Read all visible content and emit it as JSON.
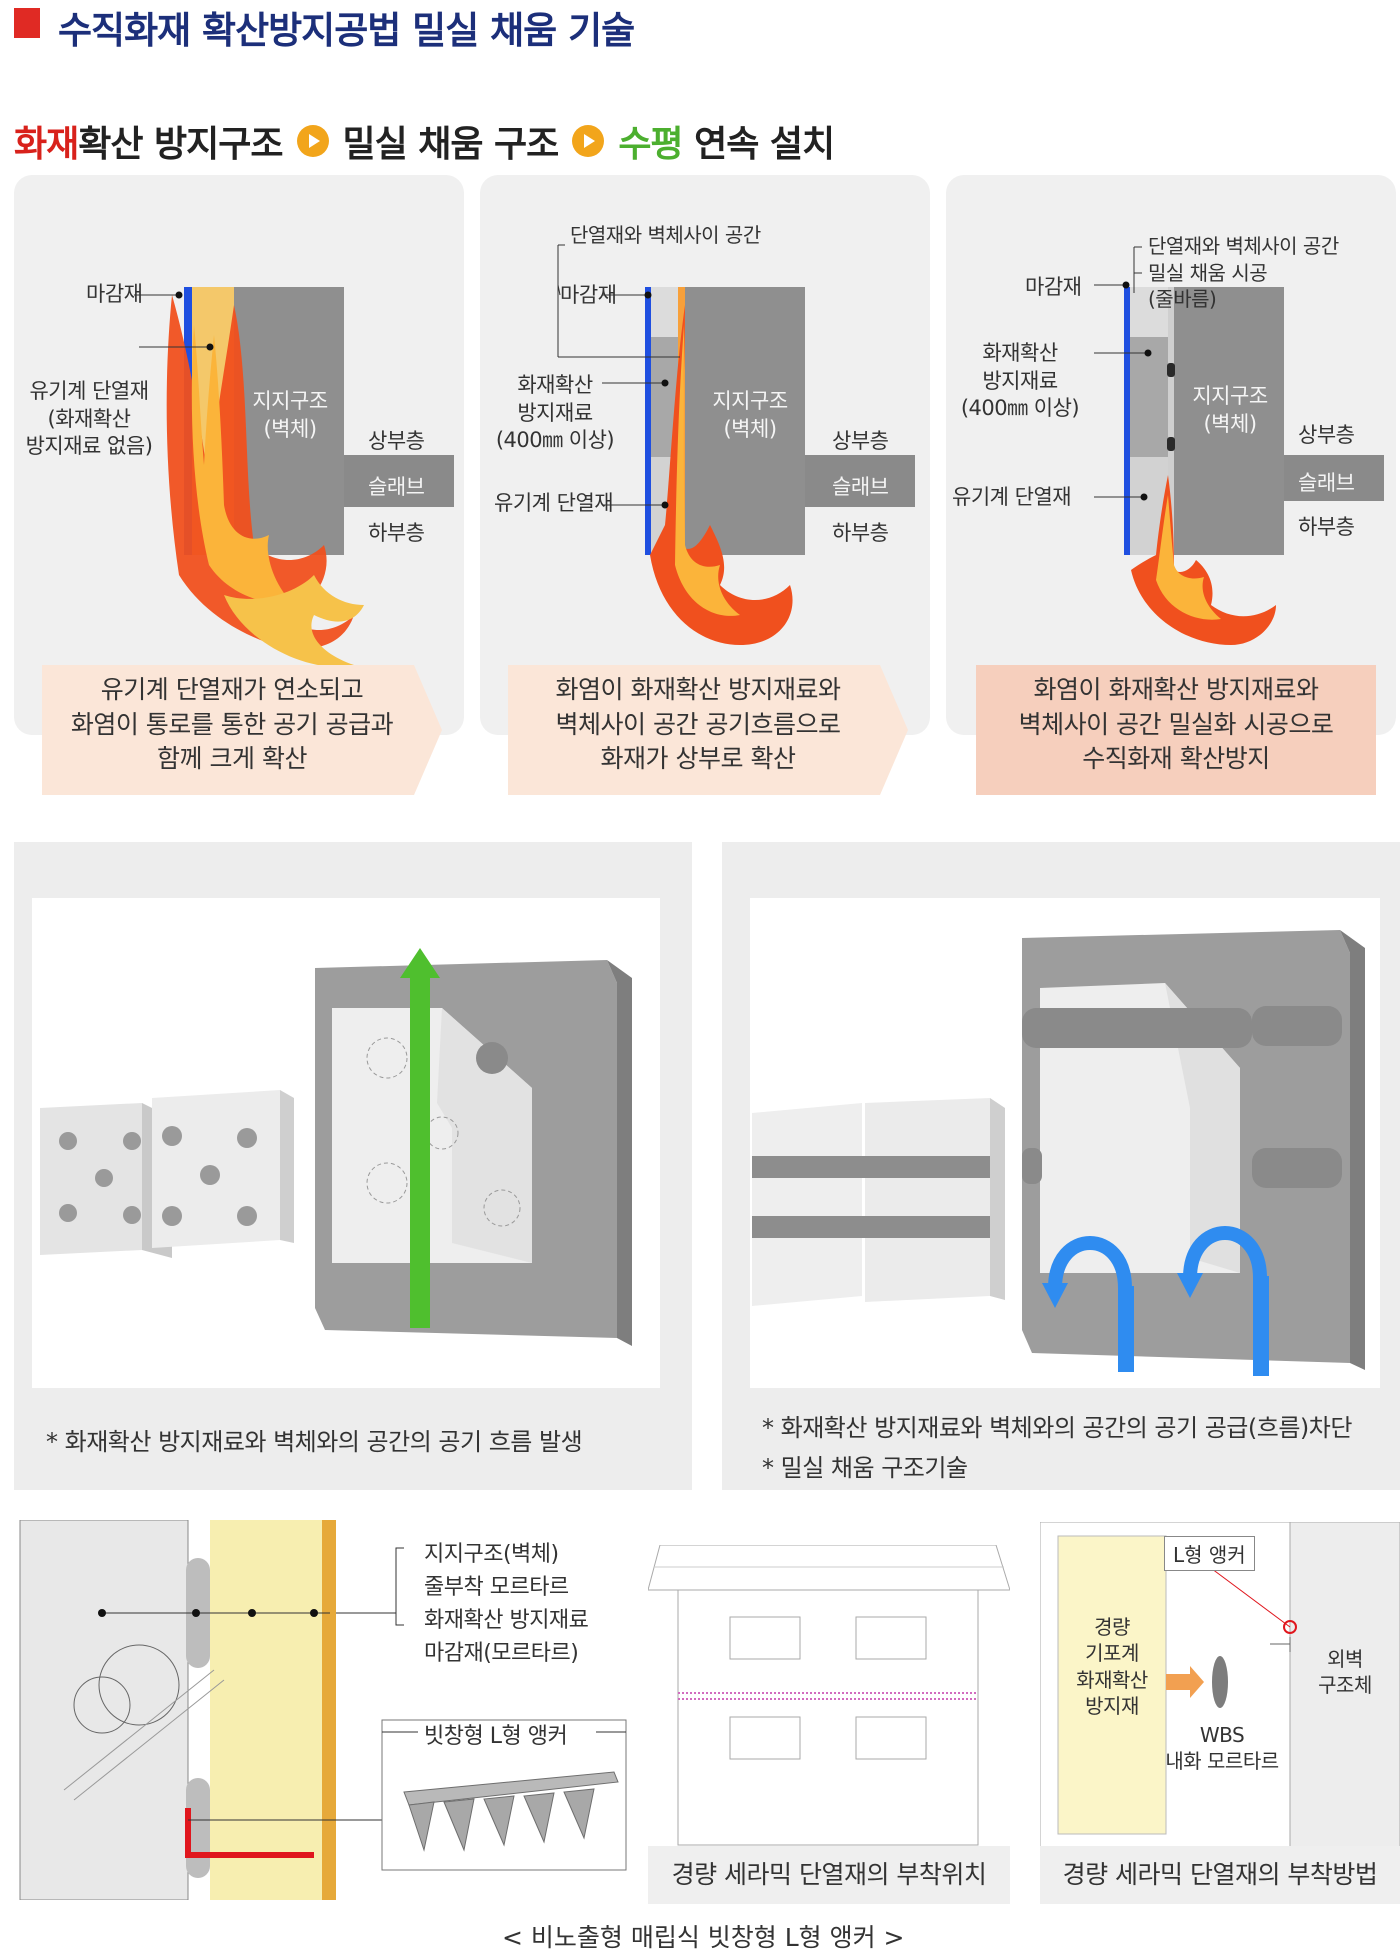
{
  "header": {
    "title": "수직화재 확산방지공법 밀실 채움 기술"
  },
  "flow": {
    "step1_red": "화재",
    "step1_rest": "확산 방지구조",
    "step2": "밀실 채움 구조",
    "step3_green": "수평",
    "step3_rest": "연속 설치"
  },
  "panel1": {
    "finish": "마감재",
    "insulation_1": "유기계 단열재",
    "insulation_2": "(화재확산",
    "insulation_3": "방지재료 없음)",
    "support_1": "지지구조",
    "support_2": "(벽체)",
    "upper": "상부층",
    "slab": "슬래브",
    "lower": "하부층",
    "callout_1": "유기계 단열재가 연소되고",
    "callout_2": "화염이 통로를 통한 공기 공급과",
    "callout_3": "함께 크게 확산"
  },
  "panel2": {
    "gap": "단열재와 벽체사이 공간",
    "finish": "마감재",
    "material_1": "화재확산",
    "material_2": "방지재료",
    "material_3": "(400㎜ 이상)",
    "insulation": "유기계 단열재",
    "support_1": "지지구조",
    "support_2": "(벽체)",
    "upper": "상부층",
    "slab": "슬래브",
    "lower": "하부층",
    "callout_1": "화염이 화재확산 방지재료와",
    "callout_2": "벽체사이 공간 공기흐름으로",
    "callout_3": "화재가 상부로 확산"
  },
  "panel3": {
    "gap": "단열재와 벽체사이 공간",
    "fill_1": "밀실 채움 시공",
    "fill_2": "(줄바름)",
    "finish": "마감재",
    "material_1": "화재확산",
    "material_2": "방지재료",
    "material_3": "(400㎜ 이상)",
    "insulation": "유기계 단열재",
    "support_1": "지지구조",
    "support_2": "(벽체)",
    "upper": "상부층",
    "slab": "슬래브",
    "lower": "하부층",
    "callout_1": "화염이 화재확산 방지재료와",
    "callout_2": "벽체사이 공간 밀실화 시공으로",
    "callout_3": "수직화재 확산방지"
  },
  "mid_left": {
    "note": "* 화재확산 방지재료와 벽체와의 공간의 공기 흐름 발생"
  },
  "mid_right": {
    "note_1": "* 화재확산 방지재료와 벽체와의 공간의 공기 공급(흐름)차단",
    "note_2_star": "* ",
    "note_2": "밀실 채움 구조기술"
  },
  "bottom_left": {
    "legend_1": "지지구조(벽체)",
    "legend_2": "줄부착 모르타르",
    "legend_3": "화재확산 방지재료",
    "legend_4": "마감재(모르타르)",
    "anchor": "빗창형 L형 앵커",
    "caption": "< 비노출형 매립식 빗창형 L형 앵커 >"
  },
  "bottom_mid": {
    "caption": "경량 세라믹 단열재의 부착위치"
  },
  "bottom_right": {
    "anchor": "L형 앵커",
    "board_1": "경량",
    "board_2": "기포계",
    "board_3": "화재확산",
    "board_4": "방지재",
    "wall_1": "외벽",
    "wall_2": "구조체",
    "wbs_1": "WBS",
    "wbs_2": "내화 모르타르",
    "caption": "경량 세라믹 단열재의 부착방법"
  },
  "colors": {
    "title_navy": "#1c2f7a",
    "accent_red": "#d8211b",
    "accent_green": "#4caf2f",
    "arrow_orange": "#f2a51b",
    "finish_blue": "#1f4fe0",
    "callout_peach": "#fbe6d8"
  }
}
